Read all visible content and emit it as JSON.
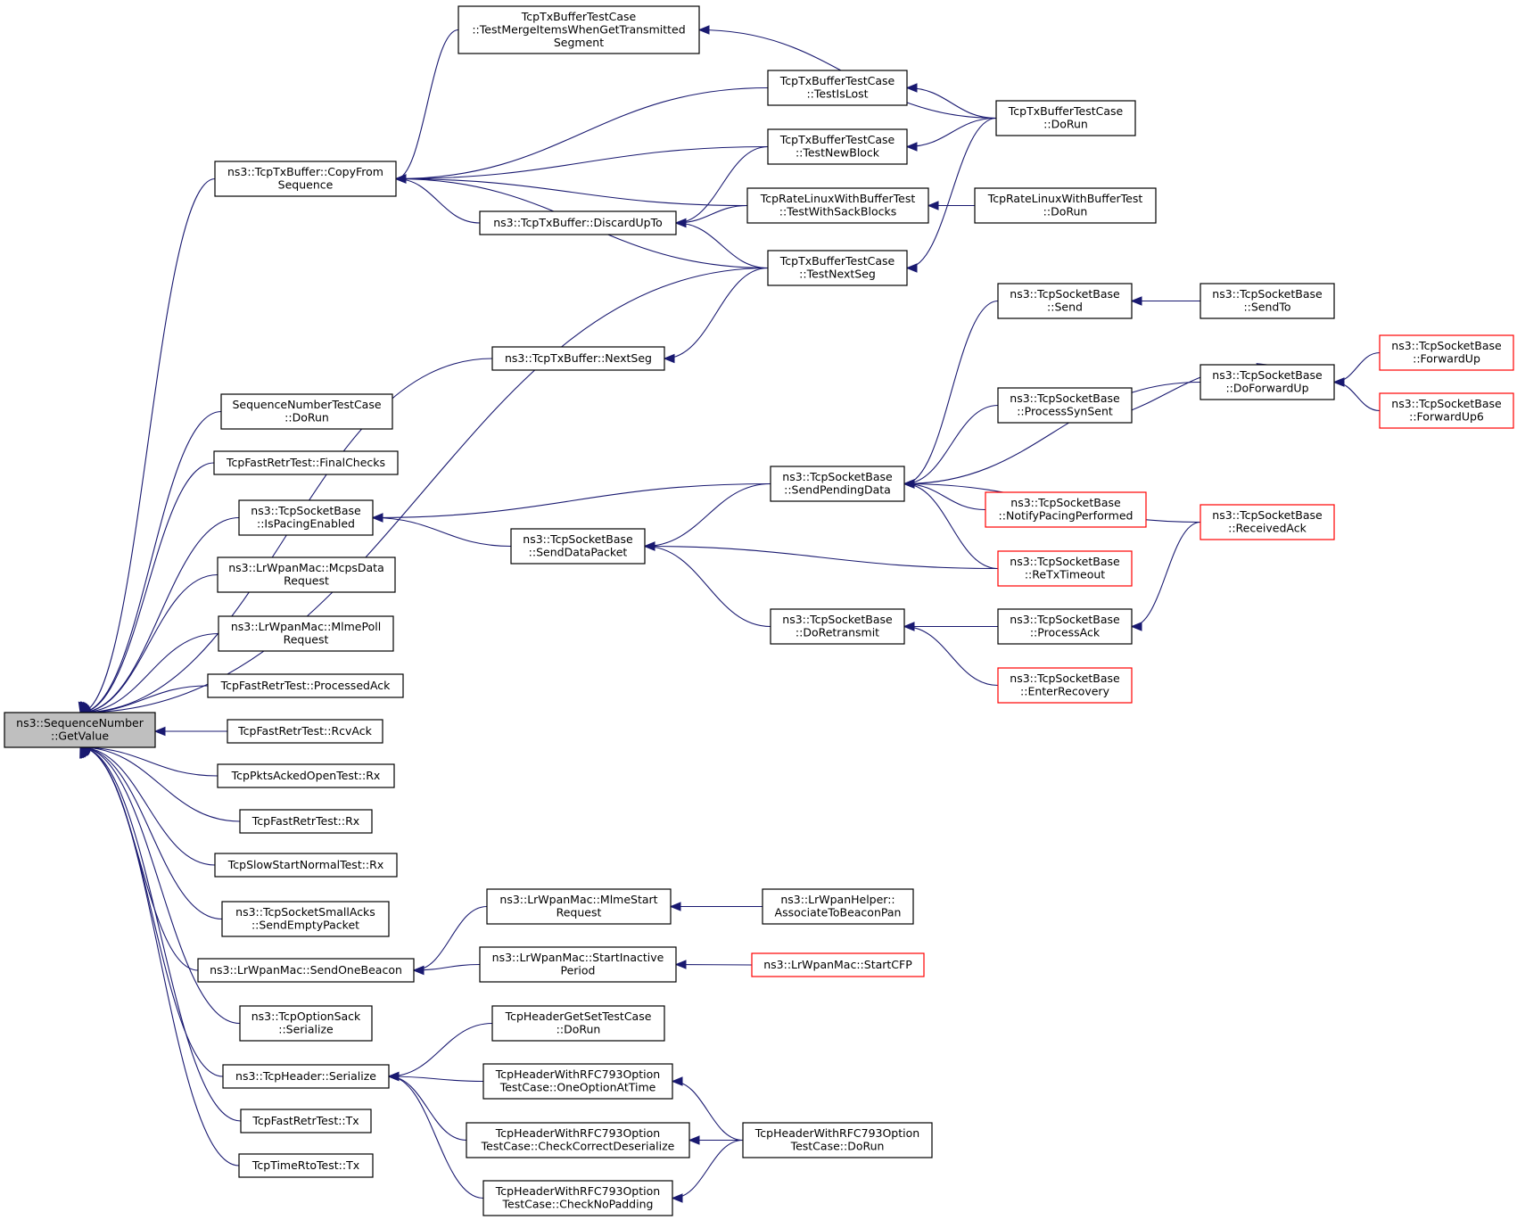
{
  "colors": {
    "edge": "#191970",
    "node_border": "#000000",
    "truncated_border": "#ff0000",
    "root_fill": "#bfbfbf",
    "node_fill": "#ffffff"
  },
  "nodes": [
    {
      "id": "root",
      "lines": [
        "ns3::SequenceNumber",
        "::GetValue"
      ],
      "root": true
    },
    {
      "id": "copyFrom",
      "lines": [
        "ns3::TcpTxBuffer::CopyFrom",
        "Sequence"
      ]
    },
    {
      "id": "testMerge",
      "lines": [
        "TcpTxBufferTestCase",
        "::TestMergeItemsWhenGetTransmitted",
        "Segment"
      ]
    },
    {
      "id": "testIsLost",
      "lines": [
        "TcpTxBufferTestCase",
        "::TestIsLost"
      ]
    },
    {
      "id": "txDoRun",
      "lines": [
        "TcpTxBufferTestCase",
        "::DoRun"
      ]
    },
    {
      "id": "testNewBlock",
      "lines": [
        "TcpTxBufferTestCase",
        "::TestNewBlock"
      ]
    },
    {
      "id": "discardUpTo",
      "lines": [
        "ns3::TcpTxBuffer::DiscardUpTo"
      ]
    },
    {
      "id": "testWithSack",
      "lines": [
        "TcpRateLinuxWithBufferTest",
        "::TestWithSackBlocks"
      ]
    },
    {
      "id": "rateDoRun",
      "lines": [
        "TcpRateLinuxWithBufferTest",
        "::DoRun"
      ]
    },
    {
      "id": "testNextSeg",
      "lines": [
        "TcpTxBufferTestCase",
        "::TestNextSeg"
      ]
    },
    {
      "id": "nextSeg",
      "lines": [
        "ns3::TcpTxBuffer::NextSeg"
      ]
    },
    {
      "id": "seqDoRun",
      "lines": [
        "SequenceNumberTestCase",
        "::DoRun"
      ]
    },
    {
      "id": "finalChecks",
      "lines": [
        "TcpFastRetrTest::FinalChecks"
      ]
    },
    {
      "id": "isPacing",
      "lines": [
        "ns3::TcpSocketBase",
        "::IsPacingEnabled"
      ]
    },
    {
      "id": "mcpsData",
      "lines": [
        "ns3::LrWpanMac::McpsData",
        "Request"
      ]
    },
    {
      "id": "mlmePoll",
      "lines": [
        "ns3::LrWpanMac::MlmePoll",
        "Request"
      ]
    },
    {
      "id": "processedAck",
      "lines": [
        "TcpFastRetrTest::ProcessedAck"
      ]
    },
    {
      "id": "rcvAck",
      "lines": [
        "TcpFastRetrTest::RcvAck"
      ]
    },
    {
      "id": "pktsAckedRx",
      "lines": [
        "TcpPktsAckedOpenTest::Rx"
      ]
    },
    {
      "id": "fastRetrRx",
      "lines": [
        "TcpFastRetrTest::Rx"
      ]
    },
    {
      "id": "slowStartRx",
      "lines": [
        "TcpSlowStartNormalTest::Rx"
      ]
    },
    {
      "id": "sendEmpty",
      "lines": [
        "ns3::TcpSocketSmallAcks",
        "::SendEmptyPacket"
      ]
    },
    {
      "id": "sendOneBeacon",
      "lines": [
        "ns3::LrWpanMac::SendOneBeacon"
      ]
    },
    {
      "id": "optionSack",
      "lines": [
        "ns3::TcpOptionSack",
        "::Serialize"
      ]
    },
    {
      "id": "headerSerialize",
      "lines": [
        "ns3::TcpHeader::Serialize"
      ]
    },
    {
      "id": "fastRetrTx",
      "lines": [
        "TcpFastRetrTest::Tx"
      ]
    },
    {
      "id": "timeRtoTx",
      "lines": [
        "TcpTimeRtoTest::Tx"
      ]
    },
    {
      "id": "sockSend",
      "lines": [
        "ns3::TcpSocketBase",
        "::Send"
      ]
    },
    {
      "id": "sockSendTo",
      "lines": [
        "ns3::TcpSocketBase",
        "::SendTo"
      ]
    },
    {
      "id": "doForwardUp",
      "lines": [
        "ns3::TcpSocketBase",
        "::DoForwardUp"
      ]
    },
    {
      "id": "forwardUp",
      "lines": [
        "ns3::TcpSocketBase",
        "::ForwardUp"
      ],
      "truncated": true
    },
    {
      "id": "forwardUp6",
      "lines": [
        "ns3::TcpSocketBase",
        "::ForwardUp6"
      ],
      "truncated": true
    },
    {
      "id": "processSynSent",
      "lines": [
        "ns3::TcpSocketBase",
        "::ProcessSynSent"
      ]
    },
    {
      "id": "sendPending",
      "lines": [
        "ns3::TcpSocketBase",
        "::SendPendingData"
      ]
    },
    {
      "id": "notifyPacing",
      "lines": [
        "ns3::TcpSocketBase",
        "::NotifyPacingPerformed"
      ],
      "truncated": true
    },
    {
      "id": "receivedAck",
      "lines": [
        "ns3::TcpSocketBase",
        "::ReceivedAck"
      ],
      "truncated": true
    },
    {
      "id": "sendDataPacket",
      "lines": [
        "ns3::TcpSocketBase",
        "::SendDataPacket"
      ]
    },
    {
      "id": "reTxTimeout",
      "lines": [
        "ns3::TcpSocketBase",
        "::ReTxTimeout"
      ],
      "truncated": true
    },
    {
      "id": "doRetransmit",
      "lines": [
        "ns3::TcpSocketBase",
        "::DoRetransmit"
      ]
    },
    {
      "id": "processAck",
      "lines": [
        "ns3::TcpSocketBase",
        "::ProcessAck"
      ]
    },
    {
      "id": "enterRecovery",
      "lines": [
        "ns3::TcpSocketBase",
        "::EnterRecovery"
      ],
      "truncated": true
    },
    {
      "id": "mlmeStart",
      "lines": [
        "ns3::LrWpanMac::MlmeStart",
        "Request"
      ]
    },
    {
      "id": "associate",
      "lines": [
        "ns3::LrWpanHelper::",
        "AssociateToBeaconPan"
      ]
    },
    {
      "id": "startInactive",
      "lines": [
        "ns3::LrWpanMac::StartInactive",
        "Period"
      ]
    },
    {
      "id": "startCFP",
      "lines": [
        "ns3::LrWpanMac::StartCFP"
      ],
      "truncated": true
    },
    {
      "id": "getSetDoRun",
      "lines": [
        "TcpHeaderGetSetTestCase",
        "::DoRun"
      ]
    },
    {
      "id": "oneOption",
      "lines": [
        "TcpHeaderWithRFC793Option",
        "TestCase::OneOptionAtTime"
      ]
    },
    {
      "id": "checkCorrect",
      "lines": [
        "TcpHeaderWithRFC793Option",
        "TestCase::CheckCorrectDeserialize"
      ]
    },
    {
      "id": "rfcDoRun",
      "lines": [
        "TcpHeaderWithRFC793Option",
        "TestCase::DoRun"
      ]
    },
    {
      "id": "checkNoPadding",
      "lines": [
        "TcpHeaderWithRFC793Option",
        "TestCase::CheckNoPadding"
      ]
    }
  ],
  "edges": [
    [
      "copyFrom",
      "root"
    ],
    [
      "testNextSeg",
      "root"
    ],
    [
      "nextSeg",
      "root"
    ],
    [
      "seqDoRun",
      "root"
    ],
    [
      "finalChecks",
      "root"
    ],
    [
      "isPacing",
      "root"
    ],
    [
      "mcpsData",
      "root"
    ],
    [
      "mlmePoll",
      "root"
    ],
    [
      "processedAck",
      "root"
    ],
    [
      "rcvAck",
      "root"
    ],
    [
      "pktsAckedRx",
      "root"
    ],
    [
      "fastRetrRx",
      "root"
    ],
    [
      "slowStartRx",
      "root"
    ],
    [
      "sendEmpty",
      "root"
    ],
    [
      "sendOneBeacon",
      "root"
    ],
    [
      "optionSack",
      "root"
    ],
    [
      "headerSerialize",
      "root"
    ],
    [
      "fastRetrTx",
      "root"
    ],
    [
      "timeRtoTx",
      "root"
    ],
    [
      "testMerge",
      "copyFrom"
    ],
    [
      "testIsLost",
      "copyFrom"
    ],
    [
      "testNewBlock",
      "copyFrom"
    ],
    [
      "testWithSack",
      "copyFrom"
    ],
    [
      "discardUpTo",
      "copyFrom"
    ],
    [
      "testNextSeg",
      "copyFrom"
    ],
    [
      "txDoRun",
      "testMerge"
    ],
    [
      "txDoRun",
      "testIsLost"
    ],
    [
      "txDoRun",
      "testNewBlock"
    ],
    [
      "txDoRun",
      "testNextSeg"
    ],
    [
      "testNewBlock",
      "discardUpTo"
    ],
    [
      "testWithSack",
      "discardUpTo"
    ],
    [
      "testNextSeg",
      "discardUpTo"
    ],
    [
      "rateDoRun",
      "testWithSack"
    ],
    [
      "testNextSeg",
      "nextSeg"
    ],
    [
      "sendPending",
      "isPacing"
    ],
    [
      "sendDataPacket",
      "isPacing"
    ],
    [
      "sendPending",
      "sendDataPacket"
    ],
    [
      "reTxTimeout",
      "sendDataPacket"
    ],
    [
      "doRetransmit",
      "sendDataPacket"
    ],
    [
      "sockSend",
      "sendPending"
    ],
    [
      "doForwardUp",
      "sendPending"
    ],
    [
      "processSynSent",
      "sendPending"
    ],
    [
      "receivedAck",
      "sendPending"
    ],
    [
      "notifyPacing",
      "sendPending"
    ],
    [
      "reTxTimeout",
      "sendPending"
    ],
    [
      "sockSendTo",
      "sockSend"
    ],
    [
      "processSynSent",
      "doForwardUp"
    ],
    [
      "forwardUp",
      "doForwardUp"
    ],
    [
      "forwardUp6",
      "doForwardUp"
    ],
    [
      "processAck",
      "doRetransmit"
    ],
    [
      "enterRecovery",
      "doRetransmit"
    ],
    [
      "receivedAck",
      "processAck"
    ],
    [
      "mlmeStart",
      "sendOneBeacon"
    ],
    [
      "startInactive",
      "sendOneBeacon"
    ],
    [
      "associate",
      "mlmeStart"
    ],
    [
      "startCFP",
      "startInactive"
    ],
    [
      "getSetDoRun",
      "headerSerialize"
    ],
    [
      "oneOption",
      "headerSerialize"
    ],
    [
      "checkCorrect",
      "headerSerialize"
    ],
    [
      "checkNoPadding",
      "headerSerialize"
    ],
    [
      "rfcDoRun",
      "oneOption"
    ],
    [
      "rfcDoRun",
      "checkCorrect"
    ],
    [
      "rfcDoRun",
      "checkNoPadding"
    ]
  ]
}
